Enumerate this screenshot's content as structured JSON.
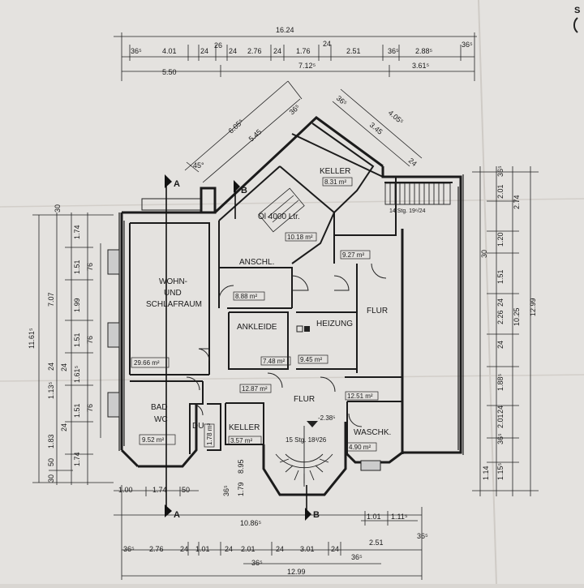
{
  "corner_mark": "S",
  "top_dims": {
    "overall": "16.24",
    "row1": [
      "36⁵",
      "4.01",
      "24",
      "26",
      "24",
      "2.76",
      "24",
      "1.76",
      "24",
      "2.51",
      "36⁵",
      "2.88⁵",
      "36⁵"
    ],
    "row2": [
      "5.50",
      "7.12⁵",
      "3.61⁵"
    ]
  },
  "diag_dims": {
    "a1": "6.05⁵",
    "a2": "5.45",
    "a3": "36⁵",
    "angle": "45°",
    "b1": "36⁵",
    "b2": "4.05⁵",
    "b3": "3.45",
    "b4": "24"
  },
  "left_dims": {
    "overall": "11.61⁵",
    "col2": [
      "7.07",
      "24",
      "1.13⁵",
      "1.83",
      "50",
      "30"
    ],
    "col3": [
      "30",
      "1.74",
      "1.51",
      "1.99",
      "1.51",
      "1.61⁵",
      "1.51",
      "1.74"
    ],
    "col4": [
      "76",
      "76",
      "76"
    ],
    "col5": [
      "24",
      "24"
    ]
  },
  "right_dims": {
    "overall": "12.99",
    "col2": [
      "2.74",
      "10.25"
    ],
    "col3": [
      "36⁵",
      "2.01",
      "1.20",
      "1.51",
      "2.26",
      "1.88⁵",
      "2.01",
      "36⁵",
      "1.15⁵",
      "1.14"
    ],
    "col4": [
      "30",
      "24",
      "24",
      "24"
    ]
  },
  "bottom_dims": {
    "row1": [
      "1.00",
      "1.74",
      "50"
    ],
    "overall": "10.86⁵",
    "row2": [
      "1.01",
      "1.11⁵"
    ],
    "row3": [
      "36⁵",
      "2.76",
      "24",
      "1.01",
      "24",
      "2.01",
      "24",
      "3.01",
      "24",
      "2.51",
      "36⁵"
    ],
    "row4": [
      "36⁵",
      "36⁵"
    ],
    "total": "12.99"
  },
  "stair_dims": [
    "36⁵",
    "1.79",
    "8.95"
  ],
  "sections": {
    "a_top": "A",
    "b_top": "B",
    "a_bottom": "A",
    "b_bottom": "B"
  },
  "rooms": [
    {
      "name": "KELLER",
      "area": "8.31 m²"
    },
    {
      "name": "Öl 4000 Ltr.",
      "area": "10.18 m²"
    },
    {
      "name": "",
      "area": "9.27 m²"
    },
    {
      "name": "ANSCHL.",
      "area": "8.88 m²"
    },
    {
      "name": "WOHN-",
      "line2": "UND",
      "line3": "SCHLAFRAUM",
      "area": "29.66 m²"
    },
    {
      "name": "ANKLEIDE",
      "area": "7.48 m²"
    },
    {
      "name": "HEIZUNG",
      "area": "9.45 m²"
    },
    {
      "name": "FLUR",
      "area": ""
    },
    {
      "name": "FLUR",
      "area": "12.87 m²"
    },
    {
      "name": "",
      "area": "12.51 m²"
    },
    {
      "name": "BAD",
      "line2": "WC",
      "area": "9.52 m²"
    },
    {
      "name": "DU",
      "area": "1.78 m²"
    },
    {
      "name": "KELLER",
      "area": "3.57 m²"
    },
    {
      "name": "WASCHK.",
      "area": "4.90 m²"
    }
  ],
  "stairs": {
    "upper": "14 Stg. 19⁶/24",
    "lower": "15 Stg. 18³/26"
  },
  "level": "-2.38⁵"
}
